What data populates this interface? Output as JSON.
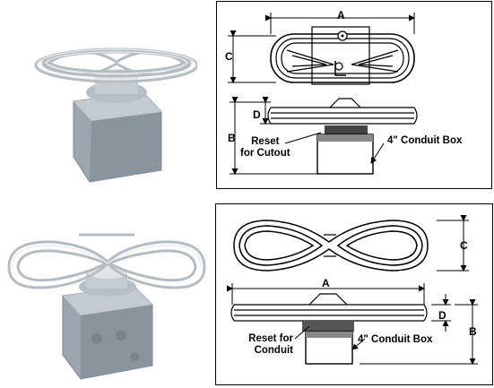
{
  "top_unit": {
    "dimension_labels": {
      "a": "A",
      "b": "B",
      "c": "C",
      "d": "D"
    },
    "reset_label_line1": "Reset",
    "reset_label_line2": "for Cutout",
    "box_label": "4\" Conduit Box"
  },
  "bottom_unit": {
    "dimension_labels": {
      "a": "A",
      "b": "B",
      "c": "C",
      "d": "D"
    },
    "reset_label_line1": "Reset for",
    "reset_label_line2": "Conduit",
    "box_label": "4\" Conduit Box"
  }
}
